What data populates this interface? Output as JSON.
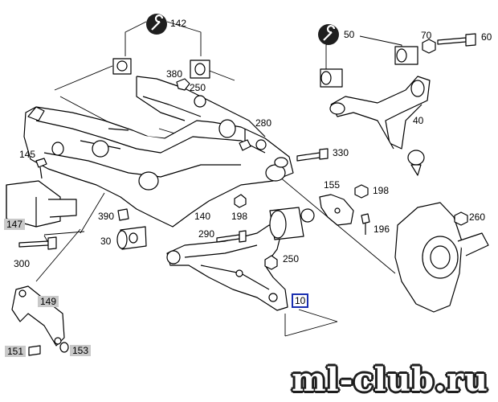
{
  "labels": {
    "p142": "142",
    "p50": "50",
    "p70": "70",
    "p60": "60",
    "p380": "380",
    "p250a": "250",
    "p280": "280",
    "p40": "40",
    "p145": "145",
    "p330": "330",
    "p155": "155",
    "p198a": "198",
    "p390": "390",
    "p140": "140",
    "p198b": "198",
    "p196": "196",
    "p260": "260",
    "p290": "290",
    "p30": "30",
    "p250b": "250",
    "p300": "300"
  },
  "boxed": {
    "p147": "147",
    "p149": "149",
    "p151": "151",
    "p153": "153"
  },
  "selected": {
    "p10": "10"
  },
  "icons": {
    "wrench": "wrench-icon"
  },
  "colors": {
    "selection_border": "#1a2fb0",
    "label_box": "#c9c9c9"
  },
  "watermark": "ml-club.ru"
}
